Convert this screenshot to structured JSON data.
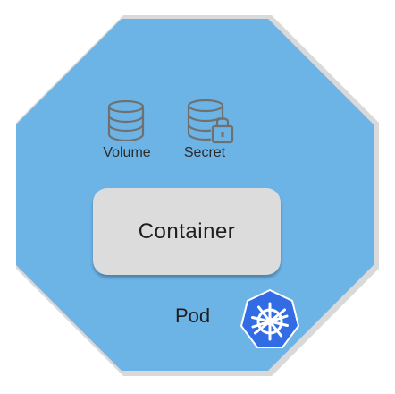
{
  "colors": {
    "pod_fill": "#6cb3e6",
    "pod_outline": "#d6d6d6",
    "container_fill": "#dcdcdc",
    "icon_gray": "#6f6f6f",
    "k8s_blue": "#326ce5"
  },
  "icons": {
    "volume": "database-cylinder-icon",
    "secret": "database-lock-icon",
    "pod": "kubernetes-helm-icon"
  },
  "diagram": {
    "volume_label": "Volume",
    "secret_label": "Secret",
    "container_label": "Container",
    "pod_label": "Pod"
  }
}
